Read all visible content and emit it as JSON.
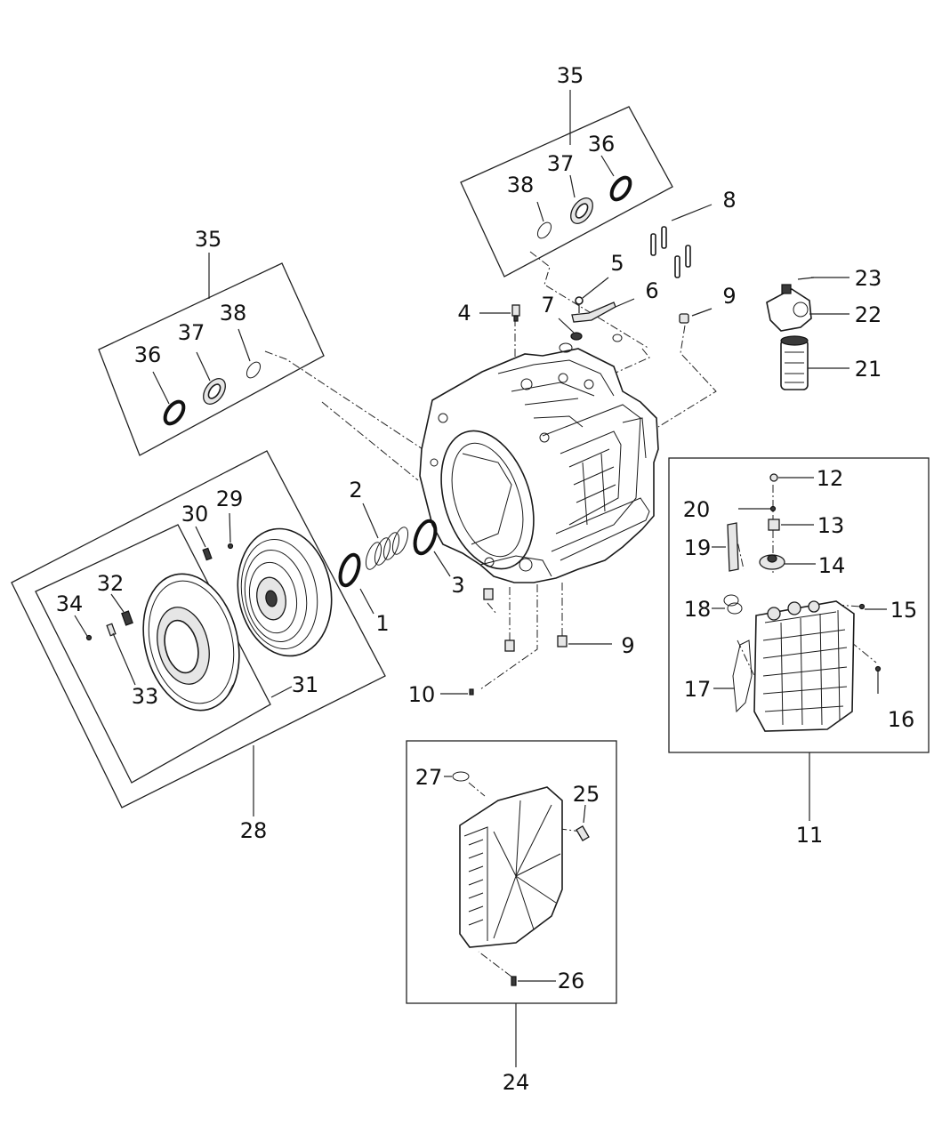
{
  "callouts": {
    "c1": "1",
    "c2": "2",
    "c3": "3",
    "c4": "4",
    "c5": "5",
    "c6": "6",
    "c7": "7",
    "c8": "8",
    "c9a": "9",
    "c9b": "9",
    "c10": "10",
    "c11": "11",
    "c12": "12",
    "c13": "13",
    "c14": "14",
    "c15": "15",
    "c16": "16",
    "c17": "17",
    "c18": "18",
    "c19": "19",
    "c20": "20",
    "c21": "21",
    "c22": "22",
    "c23": "23",
    "c24": "24",
    "c25": "25",
    "c26": "26",
    "c27": "27",
    "c28": "28",
    "c29": "29",
    "c30": "30",
    "c31": "31",
    "c32": "32",
    "c33": "33",
    "c34": "34",
    "c35a": "35",
    "c36a": "36",
    "c37a": "37",
    "c38a": "38",
    "c35b": "35",
    "c36b": "36",
    "c37b": "37",
    "c38b": "38"
  }
}
